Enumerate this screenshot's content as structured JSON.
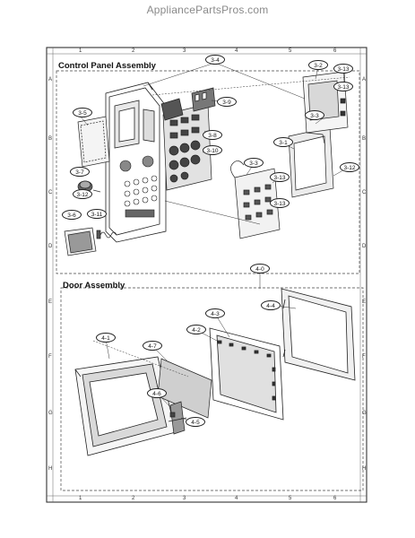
{
  "watermark": "AppliancePartsPros.com",
  "sections": {
    "control_panel": "Control Panel Assembly",
    "door": "Door Assembly"
  },
  "grid": {
    "columns": [
      "1",
      "2",
      "3",
      "4",
      "5",
      "6"
    ],
    "rows": [
      "A",
      "B",
      "C",
      "D",
      "E",
      "F",
      "G",
      "H"
    ]
  },
  "callouts": {
    "c34": "3-4",
    "c32": "3-2",
    "c313a": "3-13",
    "c35": "3-5",
    "c39": "3-9",
    "c33a": "3-3",
    "c38": "3-8",
    "c310": "3-10",
    "c31": "3-1",
    "c37": "3-7",
    "c33b": "3-3",
    "c313b": "3-13",
    "c312a": "3-12",
    "c312b": "3-12",
    "c313c": "3-13",
    "c36": "3-6",
    "c311": "3-11",
    "c313d": "3-13",
    "c40": "4-0",
    "c44": "4-4",
    "c43": "4-3",
    "c41": "4-1",
    "c42": "4-2",
    "c47": "4-7",
    "c46": "4-6",
    "c45": "4-5"
  }
}
